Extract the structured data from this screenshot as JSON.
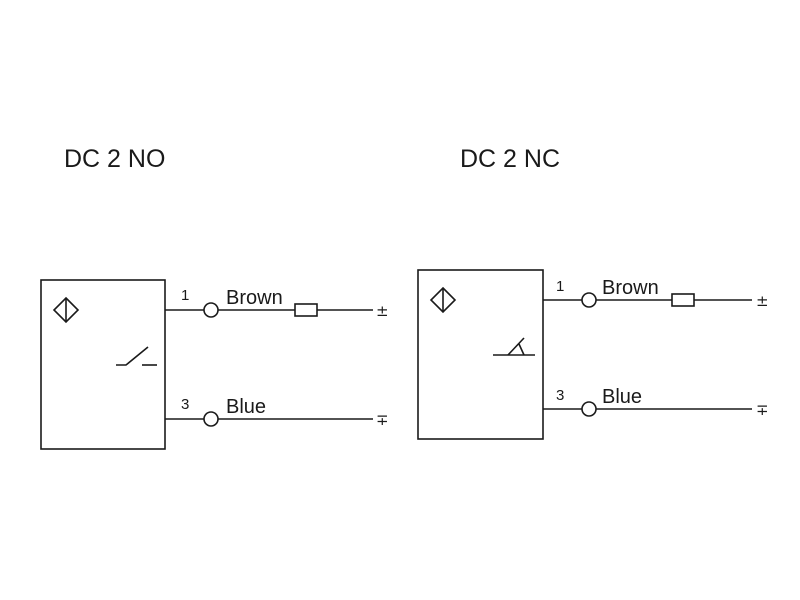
{
  "left": {
    "title": "DC 2 NO",
    "pin1": "1",
    "wire1": "Brown",
    "polarity1": "±",
    "pin3": "3",
    "wire3": "Blue",
    "polarity3": "∓",
    "switch_type": "normally-open-contact"
  },
  "right": {
    "title": "DC 2 NC",
    "pin1": "1",
    "wire1": "Brown",
    "polarity1": "±",
    "pin3": "3",
    "wire3": "Blue",
    "polarity3": "∓",
    "switch_type": "normally-closed-contact"
  },
  "colors": {
    "ink": "#1a1a1a",
    "background": "#ffffff"
  }
}
